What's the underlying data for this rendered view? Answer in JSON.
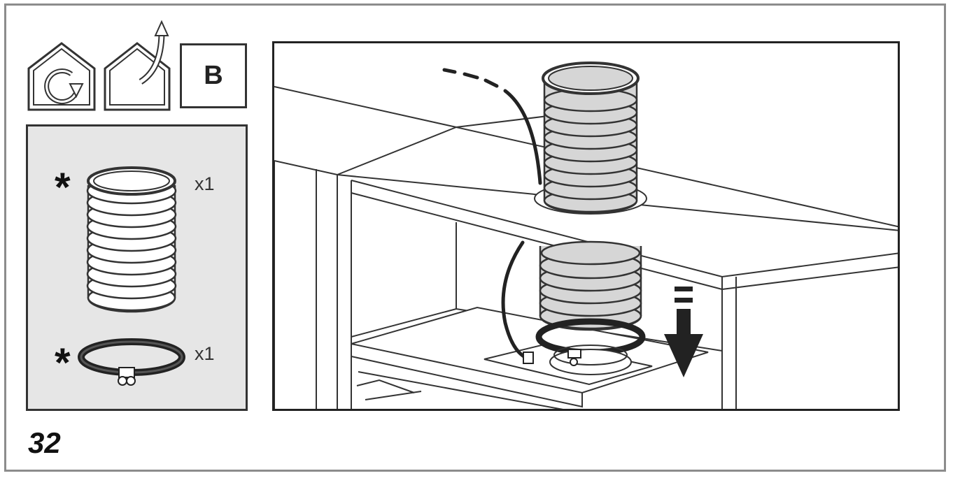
{
  "mode_icons": [
    {
      "name": "recirculation-mode-icon"
    },
    {
      "name": "extraction-mode-icon"
    }
  ],
  "mode_badge": "B",
  "parts": [
    {
      "name": "flexible-hose",
      "quantity": "x1",
      "marker": "*"
    },
    {
      "name": "hose-clamp",
      "quantity": "x1",
      "marker": "*"
    }
  ],
  "figure_number": "32"
}
